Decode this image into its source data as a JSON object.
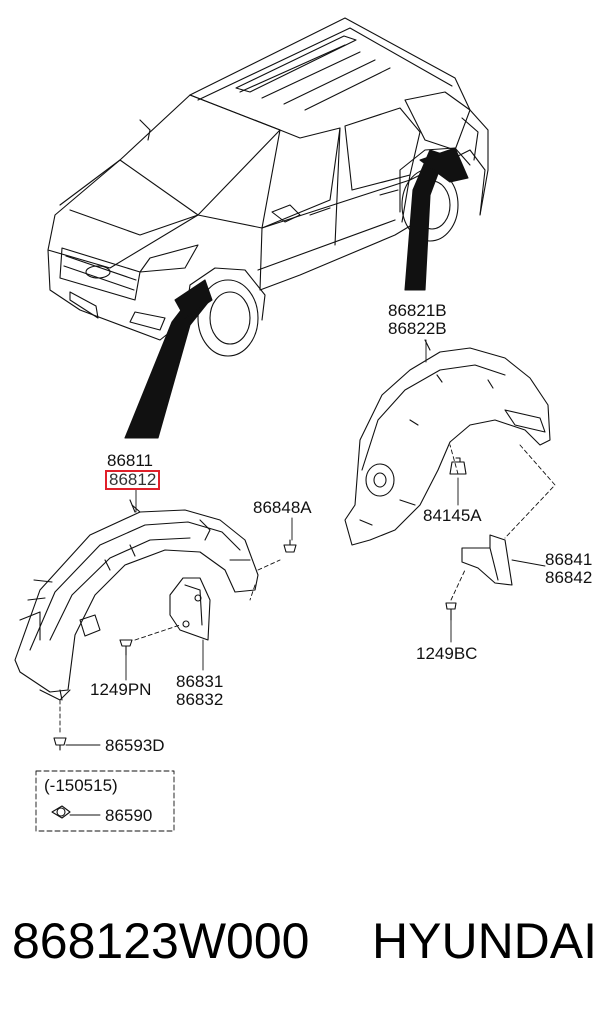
{
  "labels": {
    "front_liner_lh": "86811",
    "front_liner_rh": "86812",
    "rear_liner_lh": "86821B",
    "rear_liner_rh": "86822B",
    "clip_front": "86848A",
    "nut_rear": "84145A",
    "rear_mudguard_lh": "86841",
    "rear_mudguard_rh": "86842",
    "screw_rear": "1249BC",
    "screw_front": "1249PN",
    "front_mudguard_lh": "86831",
    "front_mudguard_rh": "86832",
    "screw_bottom": "86593D",
    "date_note": "(-150515)",
    "screw_old": "86590"
  },
  "footer": {
    "part_number": "868123W000",
    "brand": "HYUNDAI"
  },
  "colors": {
    "highlight": "#e0202a",
    "line": "#111111"
  }
}
